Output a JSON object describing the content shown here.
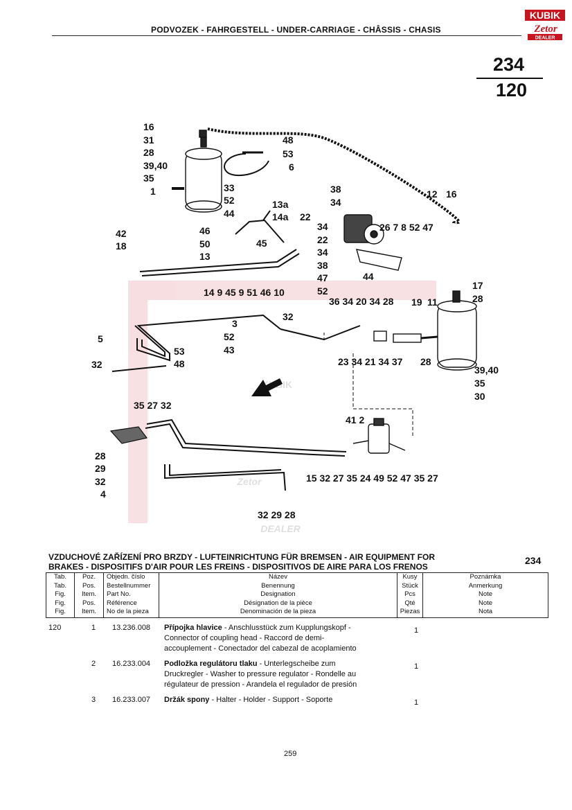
{
  "header": {
    "title": "PODVOZEK - FAHRGESTELL - UNDER-CARRIAGE - CHÂSSIS - CHASIS",
    "page_top": "234",
    "page_bottom": "120"
  },
  "logo": {
    "brand": "KUBIK",
    "sub": "Zetor",
    "dealer": "DEALER"
  },
  "watermark": {
    "brand": "KUBIK",
    "sub": "Zetor",
    "dealer": "DEALER"
  },
  "diagram": {
    "callouts": [
      {
        "text": "16"
      },
      {
        "text": "31"
      },
      {
        "text": "28"
      },
      {
        "text": "39,40"
      },
      {
        "text": "35"
      },
      {
        "text": "1"
      },
      {
        "text": "33"
      },
      {
        "text": "52"
      },
      {
        "text": "44"
      },
      {
        "text": "48"
      },
      {
        "text": "53"
      },
      {
        "text": "6"
      },
      {
        "text": "13a"
      },
      {
        "text": "14a"
      },
      {
        "text": "45"
      },
      {
        "text": "42"
      },
      {
        "text": "18"
      },
      {
        "text": "46"
      },
      {
        "text": "50"
      },
      {
        "text": "13"
      },
      {
        "text": "14 9 45 9 51 46 10"
      },
      {
        "text": "38"
      },
      {
        "text": "34"
      },
      {
        "text": "22"
      },
      {
        "text": "34"
      },
      {
        "text": "22"
      },
      {
        "text": "34"
      },
      {
        "text": "38"
      },
      {
        "text": "47"
      },
      {
        "text": "52"
      },
      {
        "text": "26 7 8 52 47"
      },
      {
        "text": "44"
      },
      {
        "text": "12"
      },
      {
        "text": "16"
      },
      {
        "text": "17"
      },
      {
        "text": "28"
      },
      {
        "text": "36 34 20 34 28"
      },
      {
        "text": "19"
      },
      {
        "text": "11"
      },
      {
        "text": "23 34 21 34 37"
      },
      {
        "text": "28"
      },
      {
        "text": "39,40"
      },
      {
        "text": "35"
      },
      {
        "text": "30"
      },
      {
        "text": "3"
      },
      {
        "text": "32"
      },
      {
        "text": "5"
      },
      {
        "text": "52"
      },
      {
        "text": "53"
      },
      {
        "text": "43"
      },
      {
        "text": "48"
      },
      {
        "text": "32"
      },
      {
        "text": "35 27 32"
      },
      {
        "text": "41 2"
      },
      {
        "text": "28"
      },
      {
        "text": "29"
      },
      {
        "text": "32"
      },
      {
        "text": "4"
      },
      {
        "text": "15 32 27 35 24 49 52 47 35 27"
      },
      {
        "text": "32 29 28"
      }
    ]
  },
  "section": {
    "title_line1": "VZDUCHOVÉ ZAŘÍZENÍ PRO BRZDY - LUFTEINRICHTUNG FÜR BREMSEN - AIR EQUIPMENT FOR",
    "title_line2": "BRAKES - DISPOSITIFS D'AIR POUR LES FREINS - DISPOSITIVOS DE AIRE PARA LOS FRENOS",
    "code": "234"
  },
  "table": {
    "columns": [
      {
        "lines": [
          "Tab.",
          "Tab.",
          "Fig.",
          "Fig.",
          "Fig."
        ]
      },
      {
        "lines": [
          "Poz.",
          "Pos.",
          "Item.",
          "Pos.",
          "Item."
        ]
      },
      {
        "lines": [
          "Objedn. číslo",
          "Bestellnummer",
          "Part No.",
          "Référence",
          "No de la pieza"
        ]
      },
      {
        "lines": [
          "Název",
          "Benennung",
          "Designation",
          "Désignation de la pièce",
          "Denominación de la pieza"
        ]
      },
      {
        "lines": [
          "Kusy",
          "Stück",
          "Pcs",
          "Qté",
          "Piezas"
        ]
      },
      {
        "lines": [
          "Poznámka",
          "Anmerkung",
          "Note",
          "Note",
          "Nota"
        ]
      }
    ],
    "rows": [
      {
        "tab": "120",
        "pos": "1",
        "part_no": "13.236.008",
        "name": "Přípojka hlavice",
        "desc": [
          " - Anschlusstück zum Kupplungskopf -",
          "Connector of coupling head - Raccord de demi-",
          "accouplement - Conectador del cabezal de acoplamiento"
        ],
        "qty": "1"
      },
      {
        "tab": "",
        "pos": "2",
        "part_no": "16.233.004",
        "name": "Podložka regulátoru tlaku",
        "desc": [
          " - Unterlegscheibe zum",
          "Druckregler - Washer to pressure regulator - Rondelle au",
          "régulateur de pression - Arandela el regulador de presión"
        ],
        "qty": "1"
      },
      {
        "tab": "",
        "pos": "3",
        "part_no": "16.233.007",
        "name": "Držák spony",
        "desc": [
          " - Halter - Holder - Support - Soporte"
        ],
        "qty": "1"
      }
    ]
  },
  "footer": {
    "page_number": "259"
  }
}
